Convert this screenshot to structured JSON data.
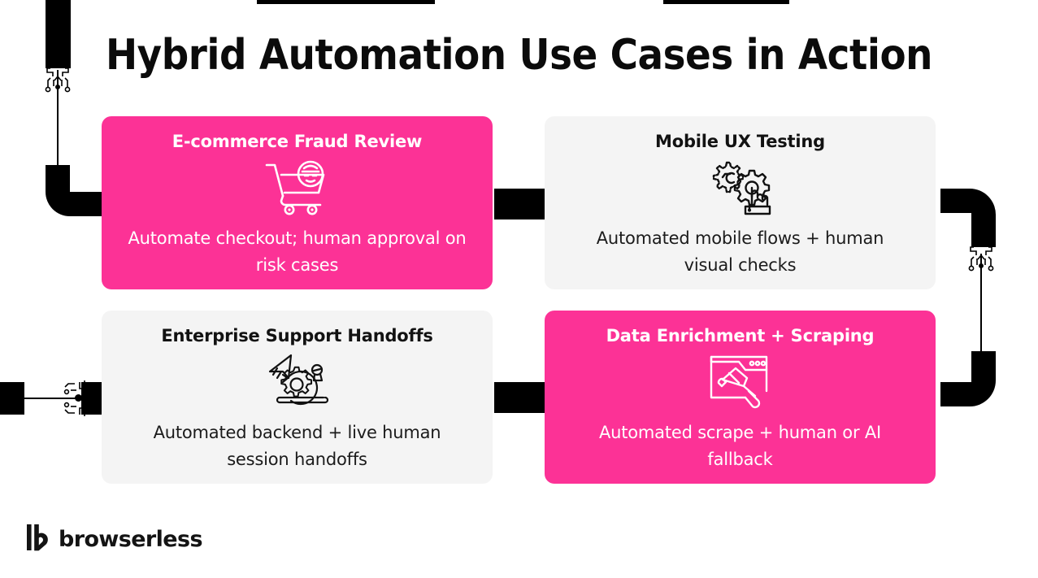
{
  "slide": {
    "title": "Hybrid Automation Use Cases in Action",
    "background_color": "#ffffff",
    "accent_color": "#FC3296",
    "neutral_card_color": "#f4f4f4",
    "ink_color": "#000000"
  },
  "cards": [
    {
      "title": "E-commerce Fraud Review",
      "description": "Automate checkout; human approval on risk cases",
      "icon": "shopping-cart-fraud-icon",
      "style": "pink"
    },
    {
      "title": "Mobile UX Testing",
      "description": "Automated mobile flows + human visual checks",
      "icon": "gears-touch-hand-icon",
      "style": "gray"
    },
    {
      "title": "Enterprise Support Handoffs",
      "description": "Automated backend + live human session handoffs",
      "icon": "gear-paper-plane-handoff-icon",
      "style": "gray"
    },
    {
      "title": "Data Enrichment + Scraping",
      "description": "Automated scrape + human or AI fallback",
      "icon": "browser-scraper-tool-icon",
      "style": "pink"
    }
  ],
  "footer": {
    "brand": "browserless",
    "logo_mark": "browserless-b-mark-icon"
  },
  "decorations": {
    "top_bar_left": "top-edge-bar",
    "top_bar_right": "top-edge-bar",
    "left_stub": "vertical-pipe-stub",
    "left_elbow": "pipe-elbow",
    "right_elbow_top": "pipe-elbow",
    "right_elbow_bottom": "pipe-elbow",
    "middle_connector_top": "connector-bar",
    "middle_connector_bottom": "connector-bar",
    "circuit_trace_top_left": "circuit-trace-icon",
    "circuit_trace_left": "circuit-trace-icon",
    "circuit_trace_right": "circuit-trace-icon"
  }
}
